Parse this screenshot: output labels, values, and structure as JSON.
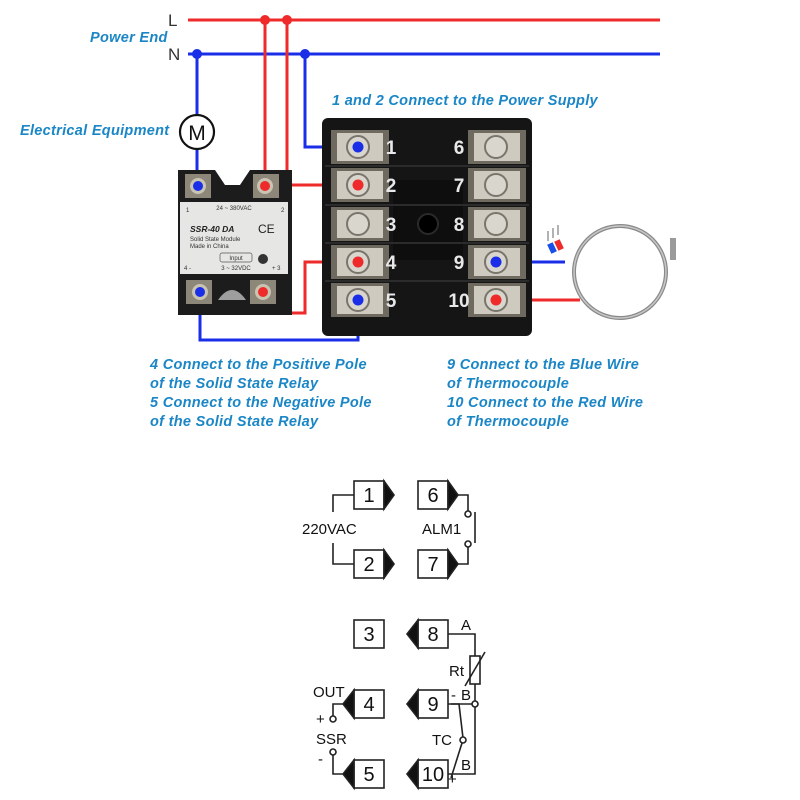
{
  "power": {
    "label": "Power End",
    "line_label": "L",
    "neutral_label": "N",
    "line_color": "#ee2a2a",
    "neutral_color": "#1a2ee8"
  },
  "equipment": {
    "label": "Electrical Equipment",
    "motor_symbol": "M"
  },
  "ssr": {
    "model": "SSR-40 DA",
    "ac_rating": "24 ~ 380VAC",
    "subtitle": "Solid State Module",
    "made_in": "Made in China",
    "mark": "CE",
    "input_label": "Input",
    "dc_rating": "3 ~ 32VDC",
    "terminal_1": "1",
    "terminal_2": "2",
    "terminal_3": "+ 3",
    "terminal_4": "4 -"
  },
  "controller": {
    "caption": "1 and 2 Connect to the Power Supply",
    "left_terminals": [
      "1",
      "2",
      "3",
      "4",
      "5"
    ],
    "right_terminals": [
      "6",
      "7",
      "8",
      "9",
      "10"
    ]
  },
  "notes": {
    "left": [
      "4 Connect to the Positive Pole",
      "of the Solid State Relay",
      "5 Connect to the Negative Pole",
      "of the Solid State Relay"
    ],
    "right": [
      "9 Connect to the Blue Wire",
      "of Thermocouple",
      "10 Connect to the Red Wire",
      "of Thermocouple"
    ]
  },
  "schematic": {
    "terminals": [
      "1",
      "2",
      "3",
      "4",
      "5",
      "6",
      "7",
      "8",
      "9",
      "10"
    ],
    "power_label": "220VAC",
    "alarm_label": "ALM1",
    "out_label": "OUT",
    "ssr_label": "SSR",
    "plus": "+",
    "minus": "-",
    "rt_label": "Rt",
    "tc_label": "TC",
    "a_label": "A",
    "b_label": "B"
  }
}
